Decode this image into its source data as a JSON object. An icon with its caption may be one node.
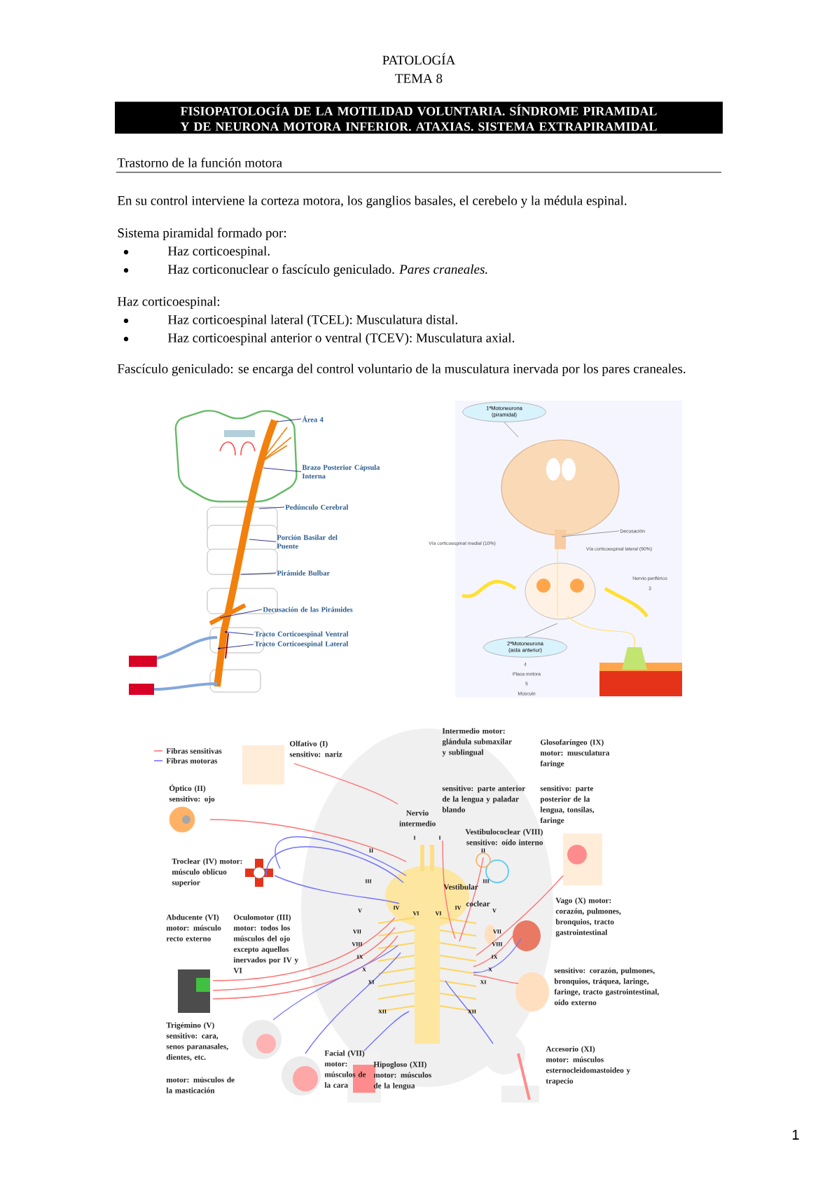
{
  "diagram": {
    "title": "PATOLOGÍA",
    "nodes": [
      {
        "text": [
          "FISIOPATOLOGÍA DE LA MOTILIDAD VOLUNTARIA. SÍNDROME PIRAMIDAL Y DE NEURONA MOTORA INFERIOR. ATAXIAS. SISTEMA EXTRAPIRAMIDAL"
        ]
      },
      {
        "text": [
          "Área 4"
        ]
      },
      {
        "text": [
          "Brazo Posterior Cápsula Interna"
        ]
      },
      {
        "text": [
          "Pedúnculo Cerebral"
        ]
      },
      {
        "text": [
          "Porción Basilar del Puente"
        ]
      },
      {
        "text": [
          "Pirámide Bulbar"
        ]
      },
      {
        "text": [
          "Decusación de las Pirámides"
        ]
      },
      {
        "text": [
          "Tracto Corticoespinal Ventral"
        ]
      },
      {
        "text": [
          "Tracto Corticoespinal Lateral"
        ]
      },
      {
        "text": [
          "1ªMotoneurona (piramidal)"
        ]
      },
      {
        "text": [
          "Decusación"
        ]
      },
      {
        "text": [
          "2ªMotoneurona (asta anterior)"
        ],
        "beside": [
          "4"
        ]
      }
    ],
    "edges": [
      {
        "from": 1,
        "to": null,
        "arrow": "none"
      },
      {
        "from": 2,
        "to": null,
        "arrow": "none"
      },
      {
        "from": 3,
        "to": null,
        "arrow": "none"
      },
      {
        "from": 4,
        "to": null,
        "arrow": "none"
      },
      {
        "from": 5,
        "to": null,
        "arrow": "none"
      },
      {
        "from": 6,
        "to": null,
        "arrow": "none"
      },
      {
        "from": 7,
        "to": null,
        "arrow": "to"
      },
      {
        "from": 8,
        "to": null,
        "arrow": "to"
      },
      {
        "from": 9,
        "to": null,
        "arrow": "none",
        "color": "#808080"
      },
      {
        "from": 10,
        "to": null,
        "arrow": "none",
        "color": "#808080"
      },
      {
        "from": 11,
        "to": null,
        "arrow": "none",
        "color": "#808080"
      }
    ],
    "labels": [
      "TEMA 8",
      "Trastorno de la función motora",
      "En su control interviene la corteza motora, los ganglios basales, el cerebelo y la médula espinal.",
      "Sistema piramidal formado por:",
      "Haz corticoespinal.",
      "Haz corticonuclear o fascículo geniculado. *Pares craneales.*",
      "Haz corticoespinal:",
      "Haz corticoespinal lateral (TCEL): Musculatura distal.",
      "Haz corticoespinal anterior o ventral (TCEV): Musculatura axial.",
      "Fascículo geniculado: se encarga del control voluntario de la musculatura inervada por los pares craneales.",
      "Vía corticoespinal medial (10%)",
      "Vía corticoespinal lateral (90%)",
      "Nervio periférico",
      "3",
      "Placa motora",
      "5",
      "Músculo",
      "Olfativo (I) sensitivo: nariz",
      "Óptico (II) sensitivo: ojo",
      "Troclear (IV) motor: músculo oblicuo superior",
      "Abducente (VI) motor: músculo recto externo",
      "Oculomotor (III) motor: todos los músculos del ojo excepto aquellos inervados por IV y VI",
      "Trigémino (V) sensitivo: cara, senos paranasales, dientes, etc.",
      "motor: músculos de la masticación",
      "Facial (VII) motor: músculos de la cara",
      "Hipogloso (XII) motor: músculos de la lengua",
      "Intermedio motor: glándula submaxilar y sublingual",
      "sensitivo: parte anterior de la lengua y paladar blando",
      "Nervio intermedio",
      "Vestibulococlear (VIII) sensitivo: oído interno",
      "Vestibular",
      "coclear",
      "Glosofaríngeo (IX) motor: musculatura faringe",
      "sensitivo: parte posterior de la lengua, tonsilas, faringe",
      "Vago (X) motor: corazón, pulmones, bronquios, tracto gastrointestinal",
      "sensitivo: corazón, pulmones, bronquios, tráquea, laringe, faringe, tracto gastrointestinal, oído externo",
      "Accesorio (XI) motor: músculos esternocleidomastoideo y trapecio",
      "I",
      "I",
      "II",
      "II",
      "III",
      "III",
      "IV",
      "IV",
      "V",
      "V",
      "VI",
      "VI",
      "VII",
      "VII",
      "VIII",
      "VIII",
      "IX",
      "IX",
      "X",
      "X",
      "XI",
      "XI",
      "XII",
      "XII",
      "1"
    ],
    "legend": [
      {
        "text": "Fibras sensitivas"
      },
      {
        "text": "Fibras motoras"
      }
    ]
  }
}
